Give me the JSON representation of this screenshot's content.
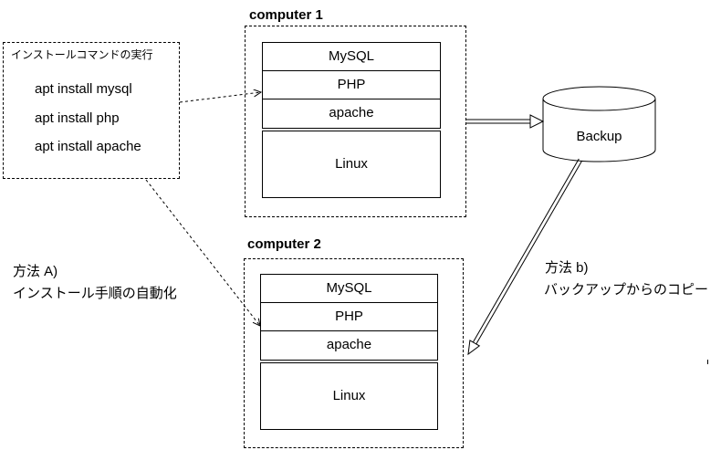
{
  "install_box": {
    "title": "インストールコマンドの実行",
    "commands": [
      "apt install mysql",
      "apt install php",
      "apt install apache"
    ]
  },
  "computers": [
    {
      "title": "computer 1",
      "layers": [
        "MySQL",
        "PHP",
        "apache"
      ],
      "os": "Linux"
    },
    {
      "title": "computer 2",
      "layers": [
        "MySQL",
        "PHP",
        "apache"
      ],
      "os": "Linux"
    }
  ],
  "backup": {
    "label": "Backup",
    "icon": "database-cylinder-icon"
  },
  "method_a": {
    "line1": "方法 A)",
    "line2": "インストール手順の自動化"
  },
  "method_b": {
    "line1": "方法 b)",
    "line2": "バックアップからのコピー"
  },
  "colors": {
    "stroke": "#000000",
    "background": "#ffffff"
  }
}
